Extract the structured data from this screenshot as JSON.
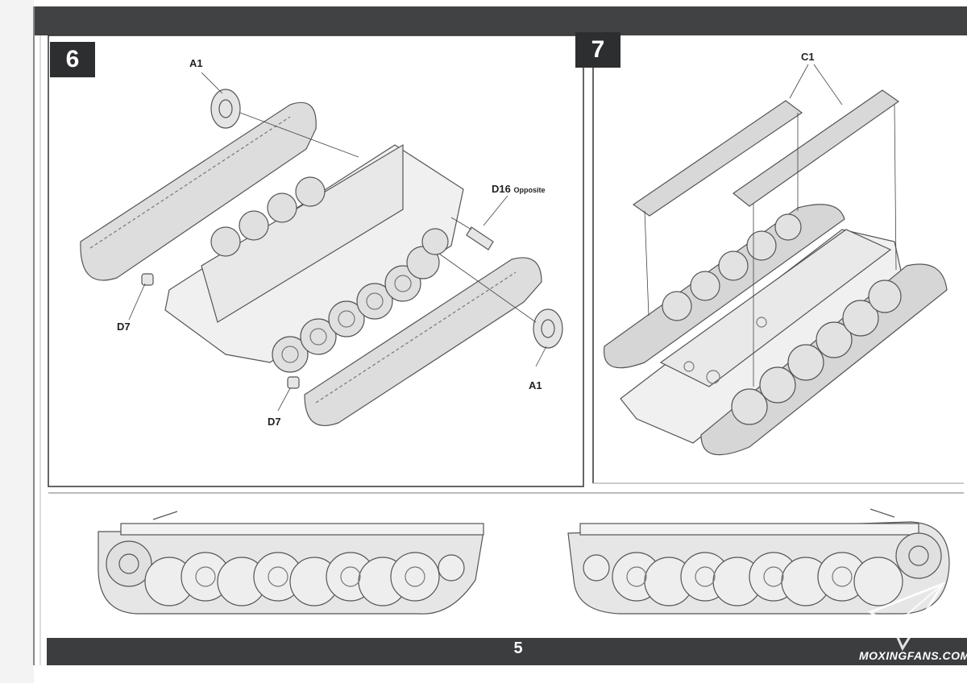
{
  "steps": {
    "step6": {
      "number": "6"
    },
    "step7": {
      "number": "7"
    }
  },
  "labels": {
    "a1_top": "A1",
    "a1_bottom": "A1",
    "d16": "D16",
    "d16_note": "Opposite",
    "d7_left": "D7",
    "d7_bottom": "D7",
    "c1": "C1"
  },
  "footer": {
    "page_number": "5"
  },
  "watermark": {
    "text": "MOXINGFANS.COM"
  },
  "colors": {
    "bar": "#414244",
    "step_box": "#2d2e30",
    "line_art": "#555555",
    "part_fill": "#e6e6e6"
  }
}
